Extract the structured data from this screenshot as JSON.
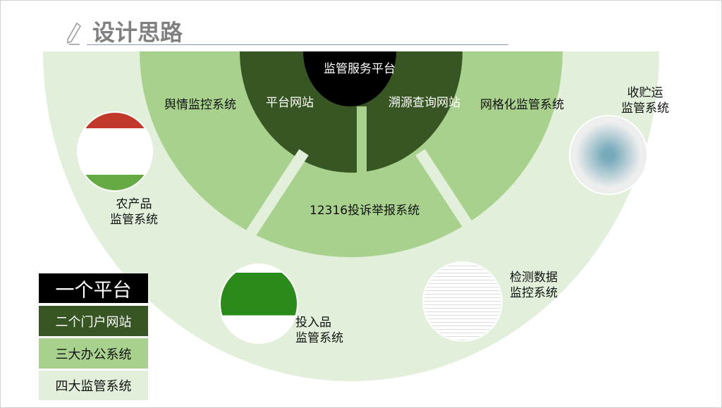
{
  "title": "设计思路",
  "core": "监管服务平台",
  "portals": [
    "平台网站",
    "溯源查询网站"
  ],
  "office": [
    "舆情监控系统",
    "12316投诉举报系统",
    "网格化监管系统"
  ],
  "supervision": [
    "农产品\n监管系统",
    "投入品\n监管系统",
    "检测数据\n监控系统",
    "收贮运\n监管系统"
  ],
  "legend": [
    "一个平台",
    "二个门户网站",
    "三大办公系统",
    "四大监管系统"
  ],
  "colors": {
    "black": "#000000",
    "dark": "#375623",
    "medium": "#a9d18e",
    "light": "#e2efda"
  }
}
